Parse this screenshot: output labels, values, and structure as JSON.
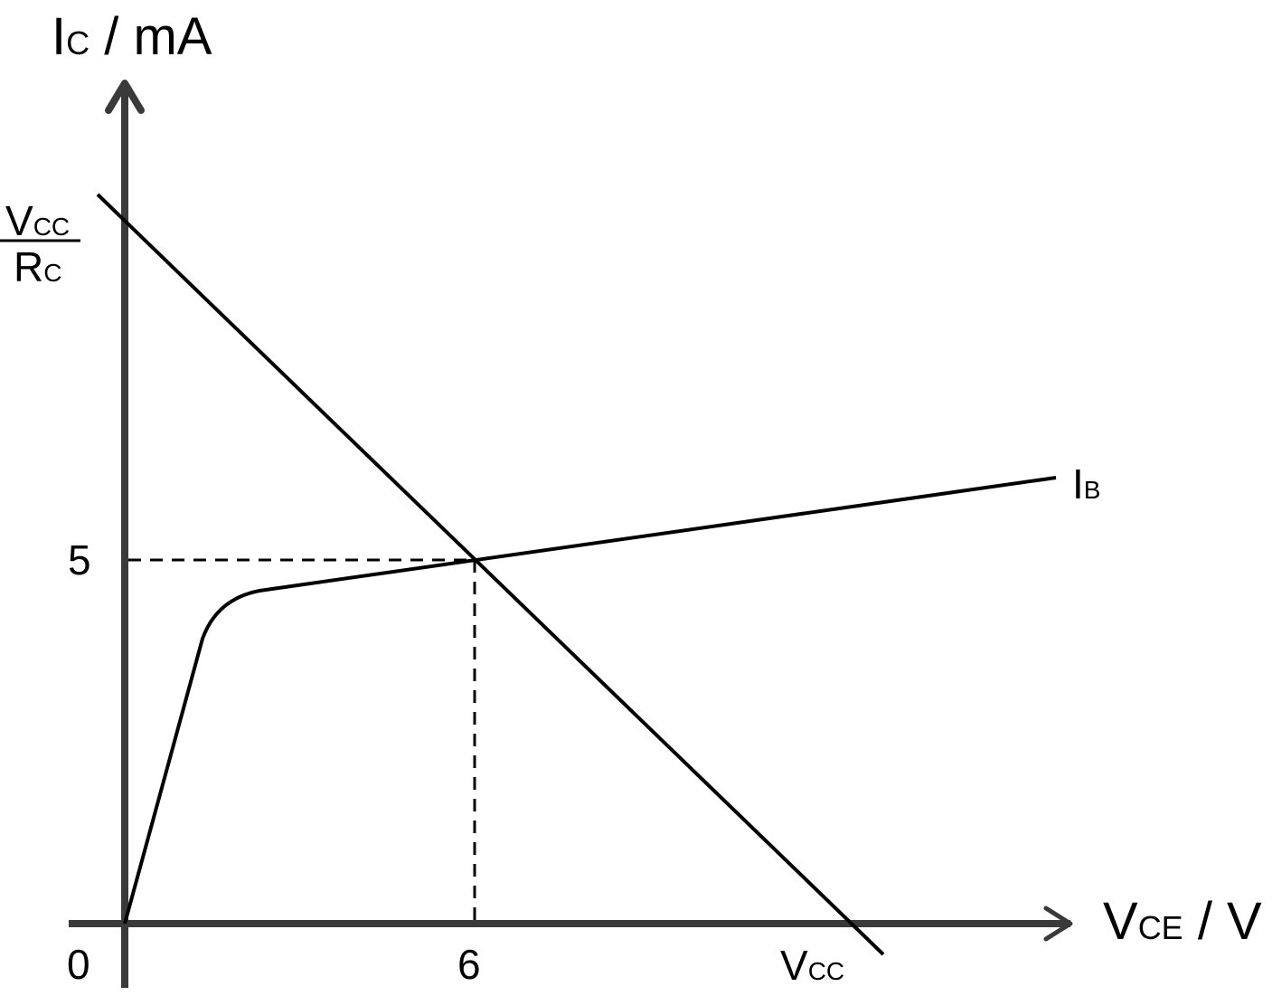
{
  "y_axis": {
    "main": "I",
    "sub": "C",
    "unit": " / mA"
  },
  "x_axis": {
    "main": "V",
    "sub": "CE",
    "unit": " / V"
  },
  "origin_label": "0",
  "y_intercept_label": {
    "num_main": "V",
    "num_sub": "CC",
    "den_main": "R",
    "den_sub": "C"
  },
  "x_intercept_label": {
    "main": "V",
    "sub": "CC"
  },
  "curve_label": {
    "main": "I",
    "sub": "B"
  },
  "q_point": {
    "x_label": "6",
    "y_label": "5",
    "x": 6,
    "y": 5
  },
  "colors": {
    "axis": "#3a3a3a",
    "line": "#000000"
  }
}
